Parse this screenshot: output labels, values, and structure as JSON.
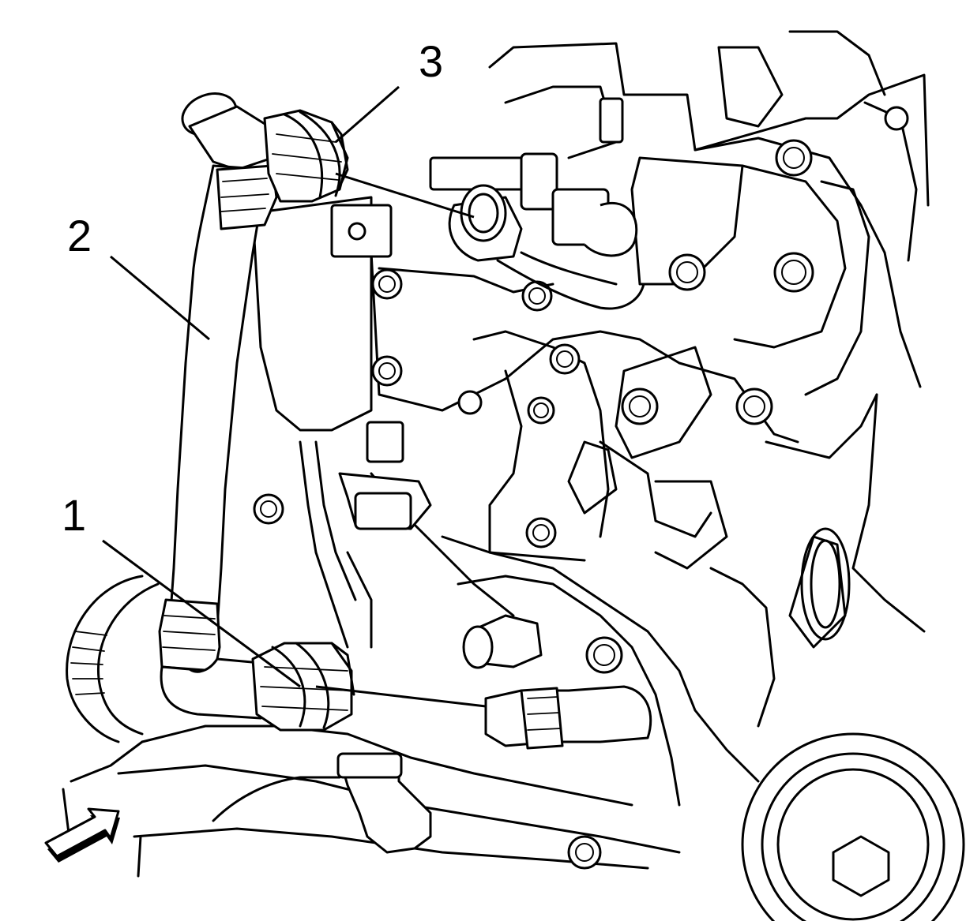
{
  "diagram": {
    "callouts": [
      {
        "id": "1",
        "label": "1"
      },
      {
        "id": "2",
        "label": "2"
      },
      {
        "id": "3",
        "label": "3"
      }
    ],
    "view_arrow_icon": "view-direction-arrow-icon"
  }
}
